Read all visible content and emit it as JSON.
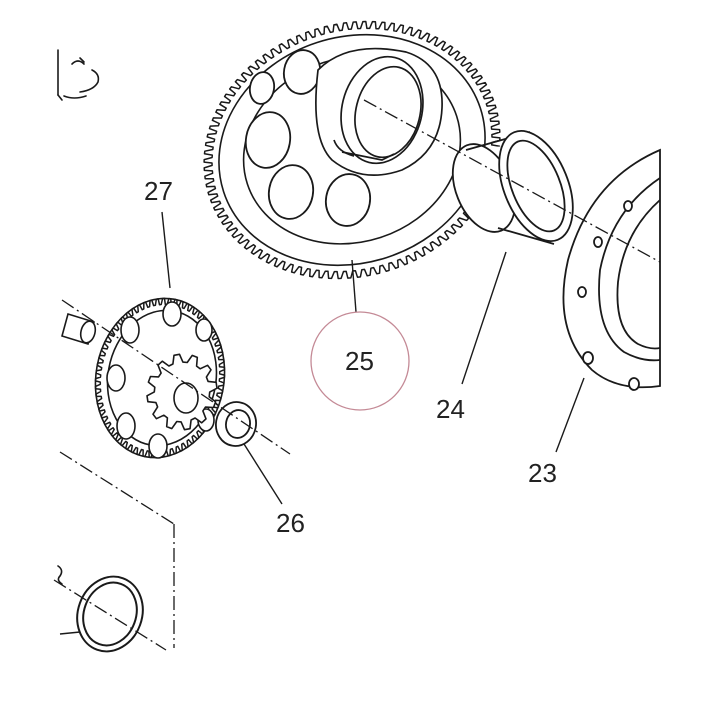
{
  "diagram": {
    "callouts": [
      {
        "id": "27",
        "label": "27"
      },
      {
        "id": "25",
        "label": "25"
      },
      {
        "id": "24",
        "label": "24"
      },
      {
        "id": "23",
        "label": "23"
      },
      {
        "id": "26",
        "label": "26"
      }
    ],
    "highlighted_callout": "25",
    "colors": {
      "line": "#1a1a1a",
      "highlight": "#c48a96",
      "background": "#ffffff"
    }
  }
}
